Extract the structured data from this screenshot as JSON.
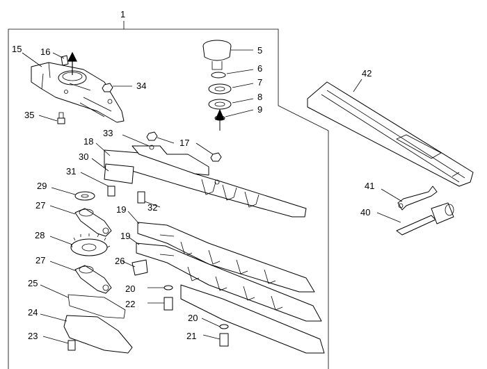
{
  "parts": {
    "p1": "1",
    "p5": "5",
    "p6": "6",
    "p7": "7",
    "p8": "8",
    "p9": "9",
    "p15": "15",
    "p16": "16",
    "p17": "17",
    "p18": "18",
    "p19a": "19",
    "p19b": "19",
    "p20a": "20",
    "p20b": "20",
    "p21": "21",
    "p22": "22",
    "p23": "23",
    "p24": "24",
    "p25": "25",
    "p26": "26",
    "p27a": "27",
    "p27b": "27",
    "p28": "28",
    "p29": "29",
    "p30": "30",
    "p31": "31",
    "p32": "32",
    "p33": "33",
    "p34": "34",
    "p35": "35",
    "p40": "40",
    "p41": "41",
    "p42": "42"
  }
}
